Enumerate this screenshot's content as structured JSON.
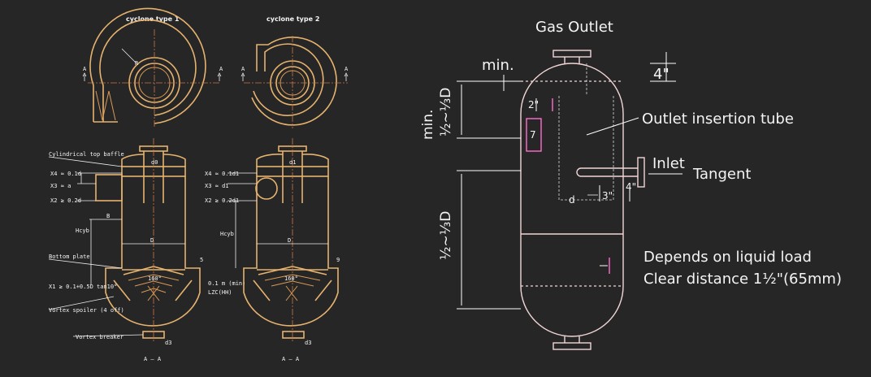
{
  "left_drawing": {
    "title_1": "cyclone type 1",
    "title_2": "cyclone type 2",
    "radius_label": "R",
    "section_marker": "A",
    "section_label": "A – A",
    "labels_1": {
      "top_baffle": "Cylindrical top baffle",
      "x4": "X4 ≈ 0.1d",
      "x3": "X3 ≈ a",
      "x2": "X2 ≥ 0.2d",
      "hcyb": "Hcyb",
      "b": "B",
      "dia": "D",
      "d0": "d0",
      "bottom_plate": "Bottom plate",
      "x1": "X1 ≥ 0.1+0.5D tan10°",
      "vortex_spoiler": "Vortex spoiler (4 off)",
      "vortex_breaker": "Vortex breaker",
      "angle": "160°",
      "gap": "0.1 m (min)",
      "lzc": "LZC(HH)",
      "n5": "5",
      "d3": "d3"
    },
    "labels_2": {
      "x4": "X4 ≈ 0.1d1",
      "x3": "X3 ≈ d1",
      "x2": "X2 ≥ 0.2d1",
      "hcyb": "Hcyb",
      "dia": "D",
      "d1": "d1",
      "angle": "160°",
      "n9": "9",
      "d3": "d3"
    }
  },
  "right_drawing": {
    "gas_outlet": "Gas Outlet",
    "min_top": "min.",
    "dim_4in": "4\"",
    "dim_2in": "2\"",
    "label_7": "7",
    "outlet_tube": "Outlet insertion tube",
    "inlet": "Inlet",
    "tangent": "Tangent",
    "dim_d": "d",
    "dim_3in": "3\"",
    "dim_4in_b": "4\"",
    "min_vertical": "min.",
    "ratio_top": "½~⅓D",
    "ratio_bottom": "½~⅓D",
    "liquid_load": "Depends on liquid load",
    "clear_distance": "Clear distance 1½\"(65mm)"
  }
}
